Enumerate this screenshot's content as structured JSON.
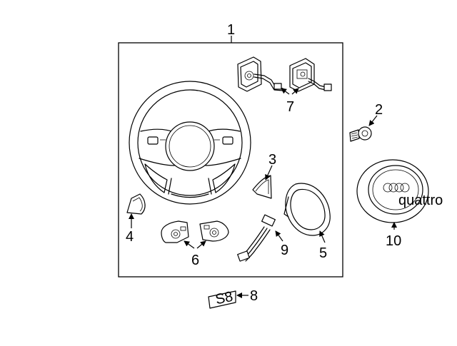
{
  "callouts": {
    "c1": "1",
    "c2": "2",
    "c3": "3",
    "c4": "4",
    "c5": "5",
    "c6": "6",
    "c7": "7",
    "c8": "8",
    "c9": "9",
    "c10": "10"
  },
  "badge": {
    "text": "S8"
  },
  "airbag": {
    "logo_text": "quattro"
  },
  "colors": {
    "ink": "#000000",
    "paper": "#ffffff"
  }
}
